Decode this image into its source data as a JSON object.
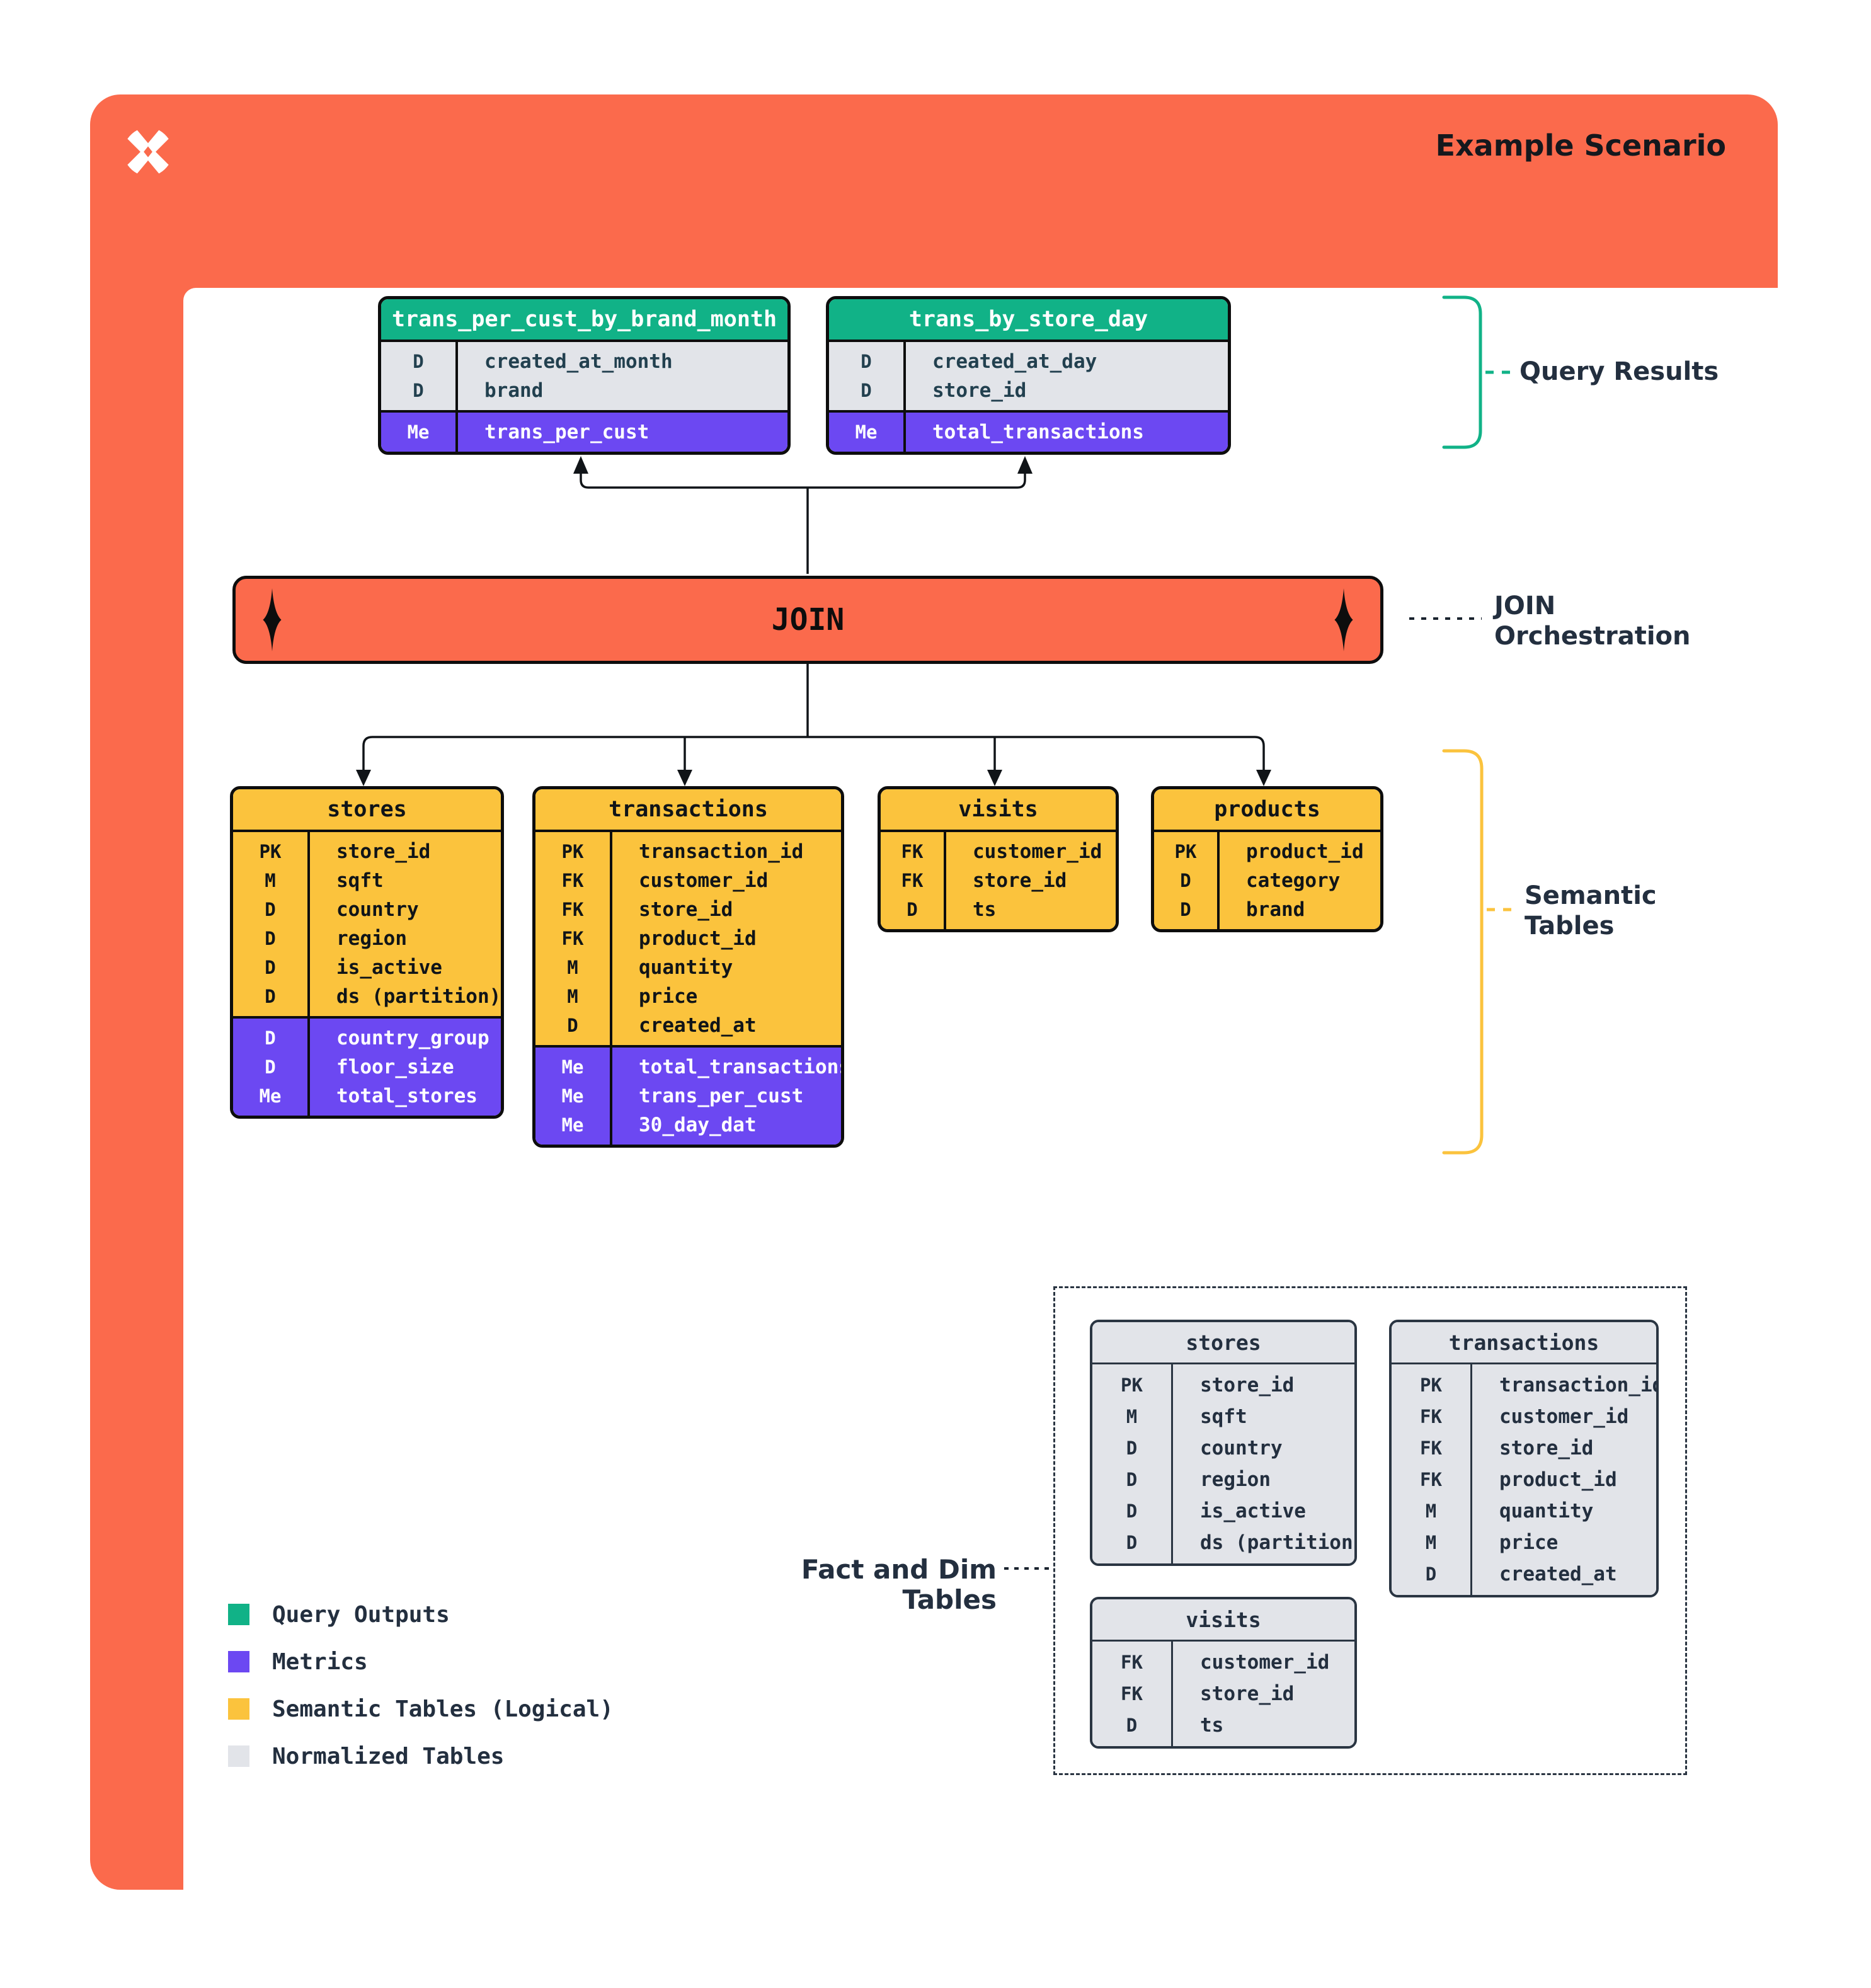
{
  "header": {
    "title": "Example Scenario",
    "logo": "dagster-mark"
  },
  "join": {
    "label": "JOIN"
  },
  "annotations": {
    "query_results": "Query Results",
    "join_orchestration_line1": "JOIN",
    "join_orchestration_line2": "Orchestration",
    "semantic_tables_line1": "Semantic",
    "semantic_tables_line2": "Tables",
    "fact_dim": "Fact and Dim Tables"
  },
  "colors": {
    "orange": "#FB6A4C",
    "green": "#11B287",
    "purple": "#6C48F2",
    "yellow": "#FBC33D",
    "gray": "#E2E4E9",
    "ink": "#0D0D0D",
    "navy": "#232F3F"
  },
  "query_tables": [
    {
      "name": "trans_per_cust_by_brand_month",
      "dims": [
        {
          "badge": "D",
          "name": "created_at_month"
        },
        {
          "badge": "D",
          "name": "brand"
        }
      ],
      "metrics": [
        {
          "badge": "Me",
          "name": "trans_per_cust"
        }
      ]
    },
    {
      "name": "trans_by_store_day",
      "dims": [
        {
          "badge": "D",
          "name": "created_at_day"
        },
        {
          "badge": "D",
          "name": "store_id"
        }
      ],
      "metrics": [
        {
          "badge": "Me",
          "name": "total_transactions"
        }
      ]
    }
  ],
  "semantic_tables": [
    {
      "name": "stores",
      "cols": [
        {
          "badge": "PK",
          "name": "store_id"
        },
        {
          "badge": "M",
          "name": "sqft"
        },
        {
          "badge": "D",
          "name": "country"
        },
        {
          "badge": "D",
          "name": "region"
        },
        {
          "badge": "D",
          "name": "is_active"
        },
        {
          "badge": "D",
          "name": "ds (partition)"
        }
      ],
      "metrics": [
        {
          "badge": "D",
          "name": "country_group"
        },
        {
          "badge": "D",
          "name": "floor_size"
        },
        {
          "badge": "Me",
          "name": "total_stores"
        }
      ]
    },
    {
      "name": "transactions",
      "cols": [
        {
          "badge": "PK",
          "name": "transaction_id"
        },
        {
          "badge": "FK",
          "name": "customer_id"
        },
        {
          "badge": "FK",
          "name": "store_id"
        },
        {
          "badge": "FK",
          "name": "product_id"
        },
        {
          "badge": "M",
          "name": "quantity"
        },
        {
          "badge": "M",
          "name": "price"
        },
        {
          "badge": "D",
          "name": "created_at"
        }
      ],
      "metrics": [
        {
          "badge": "Me",
          "name": "total_transactions"
        },
        {
          "badge": "Me",
          "name": "trans_per_cust"
        },
        {
          "badge": "Me",
          "name": "30_day_dat"
        }
      ]
    },
    {
      "name": "visits",
      "cols": [
        {
          "badge": "FK",
          "name": "customer_id"
        },
        {
          "badge": "FK",
          "name": "store_id"
        },
        {
          "badge": "D",
          "name": "ts"
        }
      ],
      "metrics": []
    },
    {
      "name": "products",
      "cols": [
        {
          "badge": "PK",
          "name": "product_id"
        },
        {
          "badge": "D",
          "name": "category"
        },
        {
          "badge": "D",
          "name": "brand"
        }
      ],
      "metrics": []
    }
  ],
  "normalized_tables": [
    {
      "name": "stores",
      "cols": [
        {
          "badge": "PK",
          "name": "store_id"
        },
        {
          "badge": "M",
          "name": "sqft"
        },
        {
          "badge": "D",
          "name": "country"
        },
        {
          "badge": "D",
          "name": "region"
        },
        {
          "badge": "D",
          "name": "is_active"
        },
        {
          "badge": "D",
          "name": "ds (partition)"
        }
      ]
    },
    {
      "name": "transactions",
      "cols": [
        {
          "badge": "PK",
          "name": "transaction_id"
        },
        {
          "badge": "FK",
          "name": "customer_id"
        },
        {
          "badge": "FK",
          "name": "store_id"
        },
        {
          "badge": "FK",
          "name": "product_id"
        },
        {
          "badge": "M",
          "name": "quantity"
        },
        {
          "badge": "M",
          "name": "price"
        },
        {
          "badge": "D",
          "name": "created_at"
        }
      ]
    },
    {
      "name": "visits",
      "cols": [
        {
          "badge": "FK",
          "name": "customer_id"
        },
        {
          "badge": "FK",
          "name": "store_id"
        },
        {
          "badge": "D",
          "name": "ts"
        }
      ]
    }
  ],
  "legend": [
    {
      "color": "#11B287",
      "label": "Query Outputs"
    },
    {
      "color": "#6C48F2",
      "label": "Metrics"
    },
    {
      "color": "#FBC33D",
      "label": "Semantic Tables (Logical)"
    },
    {
      "color": "#E2E4E9",
      "label": "Normalized Tables"
    }
  ]
}
